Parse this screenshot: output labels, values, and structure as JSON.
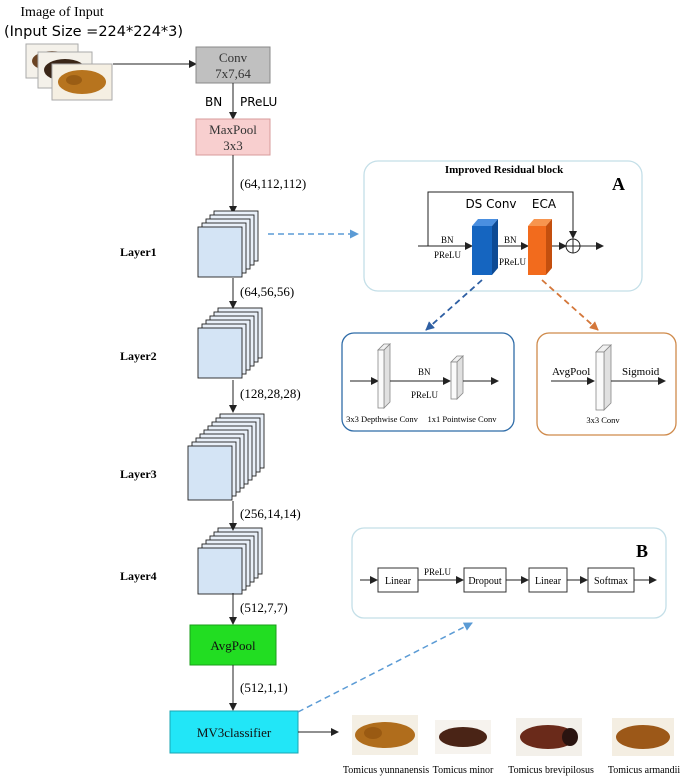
{
  "input": {
    "title": "Image of Input",
    "size": "(Input Size =224*224*3)"
  },
  "conv": {
    "name": "Conv",
    "detail": "7x7,64",
    "color": "#c0c0c0"
  },
  "bn_label": "BN",
  "prelu_label": "PReLU",
  "maxpool": {
    "name": "MaxPool",
    "detail": "3x3",
    "color": "#f8cfcf"
  },
  "shapes": [
    "(64,112,112)",
    "(64,56,56)",
    "(128,28,28)",
    "(256,14,14)",
    "(512,7,7)",
    "(512,1,1)"
  ],
  "layers": [
    "Layer1",
    "Layer2",
    "Layer3",
    "Layer4"
  ],
  "avgpool": {
    "name": "AvgPool",
    "color": "#22dd22"
  },
  "classifier": {
    "name": "MV3classifier",
    "color": "#22e6f7"
  },
  "panel_a": {
    "letter": "A",
    "title": "Improved Residual block",
    "ds_conv": "DS Conv",
    "eca": "ECA",
    "bn1": "BN",
    "prelu1": "PReLU",
    "bn2": "BN",
    "prelu2": "PReLU",
    "ds_color": "#1565c0",
    "eca_color": "#f26b1d"
  },
  "ds_detail": {
    "bn": "BN",
    "prelu": "PReLU",
    "depthwise": "3x3 Depthwise Conv",
    "pointwise": "1x1 Pointwise Conv",
    "border_color": "#2f6ca8"
  },
  "eca_detail": {
    "avgpool": "AvgPool",
    "sigmoid": "Sigmoid",
    "conv": "3x3 Conv",
    "border_color": "#cf8a4b"
  },
  "panel_b": {
    "letter": "B",
    "linear1": "Linear",
    "prelu": "PReLU",
    "dropout": "Dropout",
    "linear2": "Linear",
    "softmax": "Softmax"
  },
  "species": [
    "Tomicus yunnanensis",
    "Tomicus minor",
    "Tomicus brevipilosus",
    "Tomicus armandii"
  ]
}
